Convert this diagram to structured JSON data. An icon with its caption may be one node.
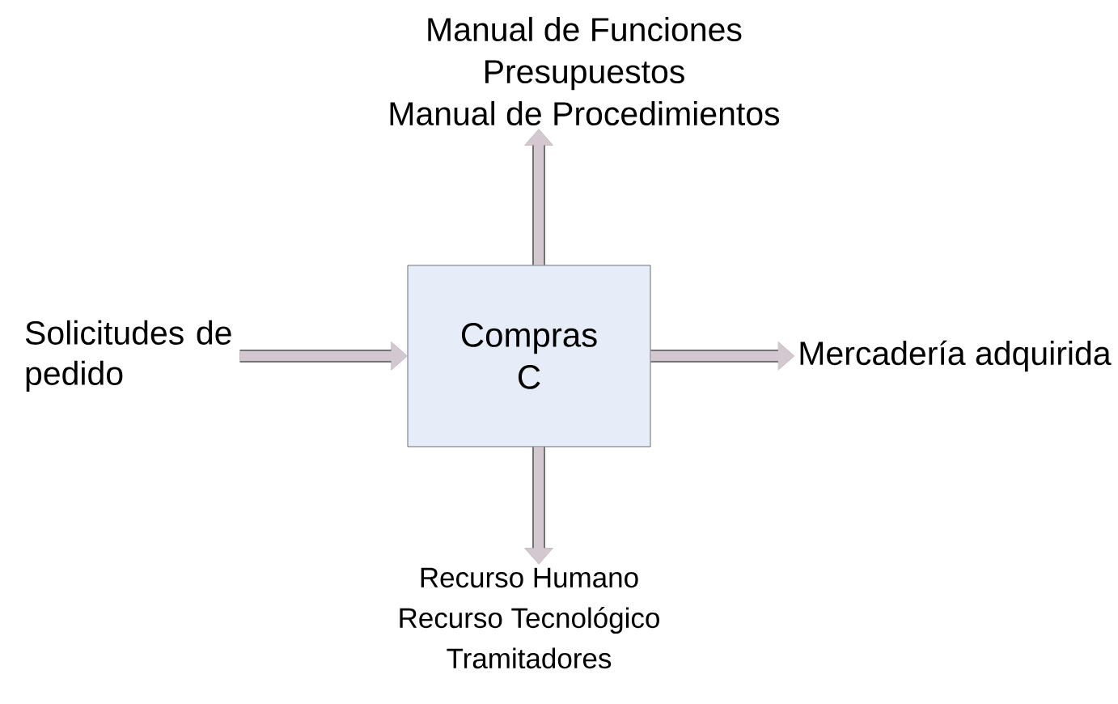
{
  "diagram": {
    "nodes": [
      {
        "text": [
          "Solicitudes de pedido"
        ]
      },
      {
        "text": [
          "Compras C"
        ]
      },
      {
        "text": [
          "Manual de Funciones",
          "Presupuestos",
          "Manual de Procedimientos"
        ]
      },
      {
        "text": [
          "Mercadería adquirida"
        ]
      },
      {
        "text": [
          "Recurso Humano",
          "Recurso Tecnológico",
          "Tramitadores"
        ]
      }
    ],
    "edges": [
      {
        "from": 0,
        "to": 1,
        "arrow": "to"
      },
      {
        "from": 1,
        "to": 2,
        "arrow": "to"
      },
      {
        "from": 1,
        "to": 3,
        "arrow": "to"
      },
      {
        "from": 1,
        "to": 4,
        "arrow": "to"
      }
    ]
  }
}
